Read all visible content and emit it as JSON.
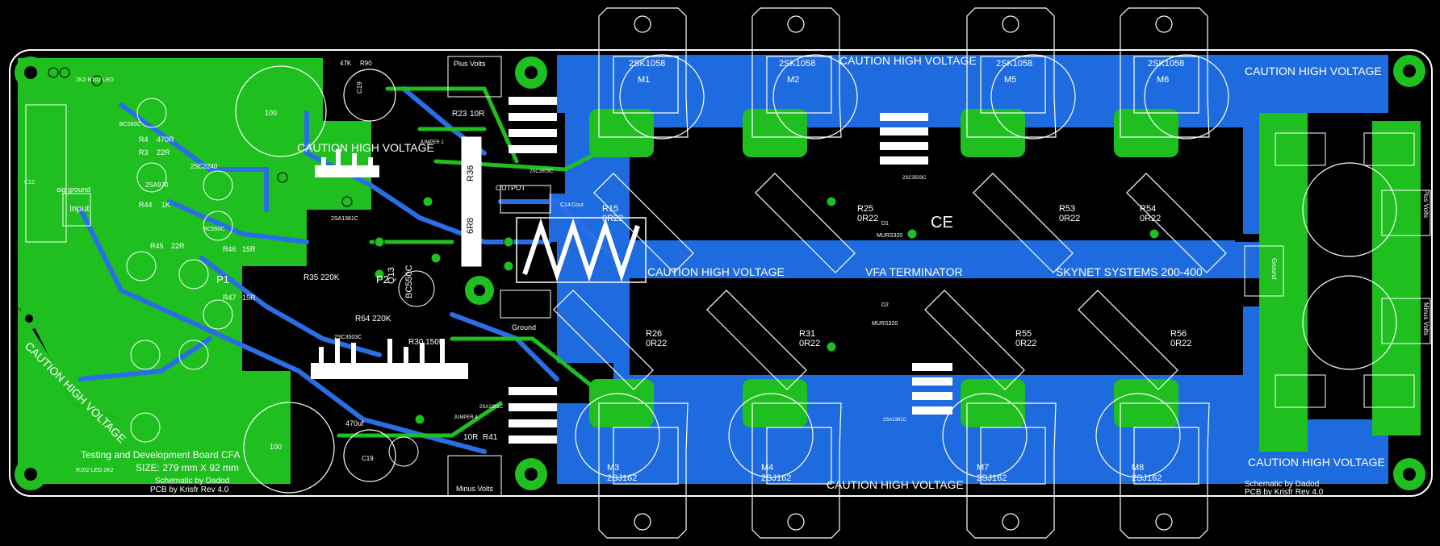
{
  "board": {
    "caution": "CAUTION HIGH VOLTAGE",
    "terminator": "VFA TERMINATOR",
    "skynet": "SKYNET SYSTEMS 200-400",
    "testing": "Testing and Development Board CFA",
    "size": "SIZE: 279 mm  X 92 mm",
    "schematic": "Schematic by Dadod",
    "pcb": "PCB by Krisfr Rev 4.0",
    "ce": "CE"
  },
  "connectors": {
    "plus_volts": "Plus Volts",
    "minus_volts": "Minus Volts",
    "output": "OUTPUT",
    "ground": "Ground",
    "input": "Input",
    "sig_ground": "sig ground",
    "jumper1": "JUMPER 1",
    "jumper4": "JUMPER 4",
    "ground_v": "Ground",
    "plus_volts_v": "Plus Volts",
    "minus_volts_v": "Minus Volts"
  },
  "mosfets": [
    {
      "ref": "M1",
      "part": "2SK1058"
    },
    {
      "ref": "M2",
      "part": "2SK1058"
    },
    {
      "ref": "M5",
      "part": "2SK1058"
    },
    {
      "ref": "M6",
      "part": "2SK1058"
    },
    {
      "ref": "M3",
      "part": "2SJ162"
    },
    {
      "ref": "M4",
      "part": "2SJ162"
    },
    {
      "ref": "M7",
      "part": "2SJ162"
    },
    {
      "ref": "M8",
      "part": "2SJ162"
    }
  ],
  "emitter_resistors": [
    {
      "ref": "R25",
      "val": "0R22"
    },
    {
      "ref": "R53",
      "val": "0R22"
    },
    {
      "ref": "R54",
      "val": "0R22"
    },
    {
      "ref": "R26",
      "val": "0R22"
    },
    {
      "ref": "R31",
      "val": "0R22"
    },
    {
      "ref": "R55",
      "val": "0R22"
    },
    {
      "ref": "R56",
      "val": "0R22"
    },
    {
      "ref": "R15",
      "val": "0R22"
    }
  ],
  "parts": {
    "q9a": "2SC3503C",
    "q9b": "2SC3503C",
    "q6": "2SC3503C",
    "q6b": "2SA1381C",
    "q10": "2SA1381C",
    "q10b": "2SA1381C",
    "r36": "R36",
    "r36v": "6R8",
    "p1": "P1",
    "p2": "P2",
    "q13": "Q13",
    "q13p": "BC550C",
    "d1": "D1",
    "d1p": "MURS320",
    "d2": "D2",
    "d2p": "MURS320",
    "r35": "R35 220K",
    "r64": "R64 220K",
    "r30": "R30 150R",
    "r46": "R46",
    "r46v": "15R",
    "r47": "R47",
    "r47v": "15R",
    "r44": "R44",
    "r44v": "1K",
    "r45": "R45",
    "r45v": "22R",
    "r4": "R4",
    "r4v": "470R",
    "r3": "R3",
    "r3v": "22R",
    "r23": "R23",
    "r23v": "10R",
    "r41": "R41",
    "r41v": "10R",
    "c19a": "C19",
    "c19b": "C19",
    "cap100a": "100",
    "cap100b": "100",
    "cap470": "470uf",
    "r90": "R90",
    "r90v": "47K",
    "q18": "2SC2240",
    "q18b": "2SA970",
    "bc560": "BC560C",
    "bc550": "BC550C",
    "c12": "C12",
    "led1": "2K2 R102 LED",
    "led2": "R102 LED 2K2",
    "cout": "Cout",
    "c14": "C14"
  }
}
